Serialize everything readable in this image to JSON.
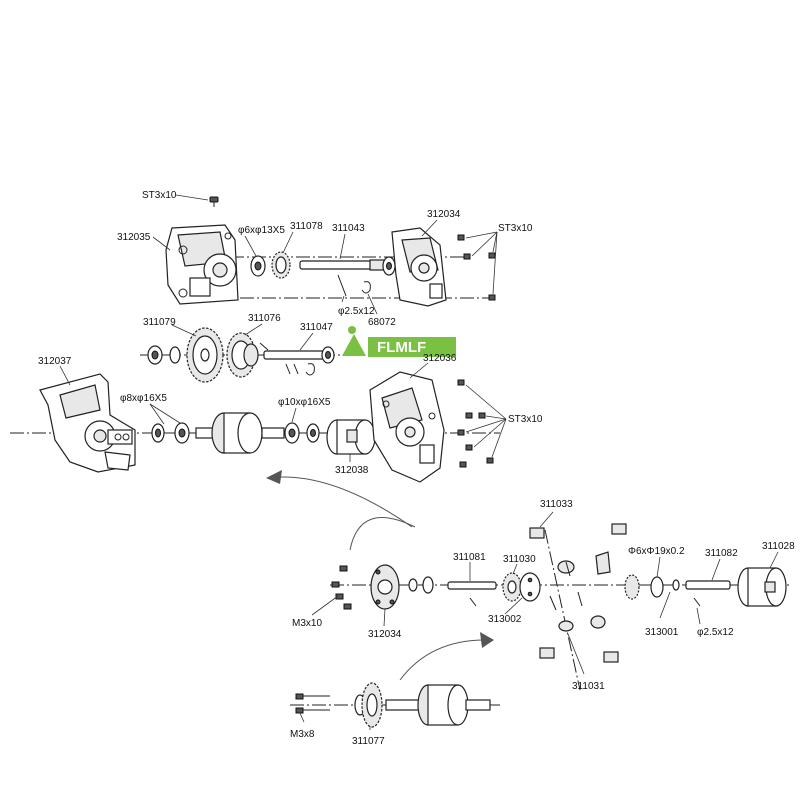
{
  "logo": {
    "text": "FLMLF",
    "color": "#7ac043"
  },
  "labels": {
    "st3x10_top": "ST3x10",
    "p312035": "312035",
    "phi6_13x5": "φ6xφ13X5",
    "p311078": "311078",
    "p311043": "311043",
    "p312034_top": "312034",
    "st3x10_right_top": "ST3x10",
    "phi2_5x12_top": "φ2.5x12",
    "p68072": "68072",
    "p311079": "311079",
    "p311076": "311076",
    "p311047": "311047",
    "p312037": "312037",
    "p312036": "312036",
    "phi8_16x5": "φ8xφ16X5",
    "phi10_16x5": "φ10xφ16X5",
    "st3x10_right_mid": "ST3x10",
    "p312038": "312038",
    "p311033": "311033",
    "p311081": "311081",
    "p311030": "311030",
    "phi6_19x0_2": "Φ6xΦ19x0.2",
    "p311082": "311082",
    "p311028": "311028",
    "m3x10": "M3x10",
    "p312034_bottom": "312034",
    "p313002": "313002",
    "p313001": "313001",
    "phi2_5x12_bottom": "φ2.5x12",
    "p311031": "311031",
    "m3x8": "M3x8",
    "p311077": "311077"
  }
}
